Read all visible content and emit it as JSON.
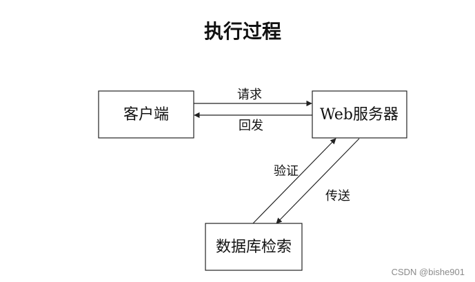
{
  "title": "执行过程",
  "nodes": {
    "client": "客户端",
    "web_server": "Web服务器",
    "db_search": "数据库检索"
  },
  "edges": {
    "request": "请求",
    "reply": "回发",
    "verify": "验证",
    "transfer": "传送"
  },
  "watermark": "CSDN @bishe901"
}
